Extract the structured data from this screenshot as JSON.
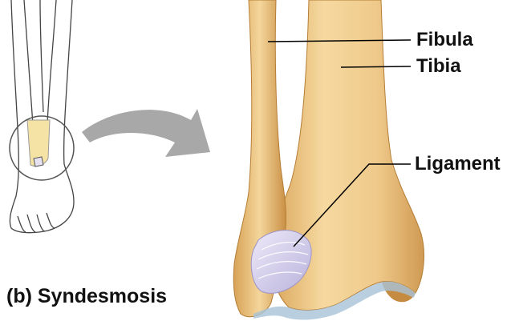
{
  "labels": {
    "fibula": "Fibula",
    "tibia": "Tibia",
    "ligament": "Ligament"
  },
  "caption": "(b) Syndesmosis",
  "colors": {
    "bone": "#eec98a",
    "bone_shadow": "#c9913f",
    "ligament": "#d9d4ef",
    "arrow": "#a8a8a8",
    "leader_line": "#000000",
    "sketch_line": "#444444",
    "highlight": "#f4e3a5"
  }
}
